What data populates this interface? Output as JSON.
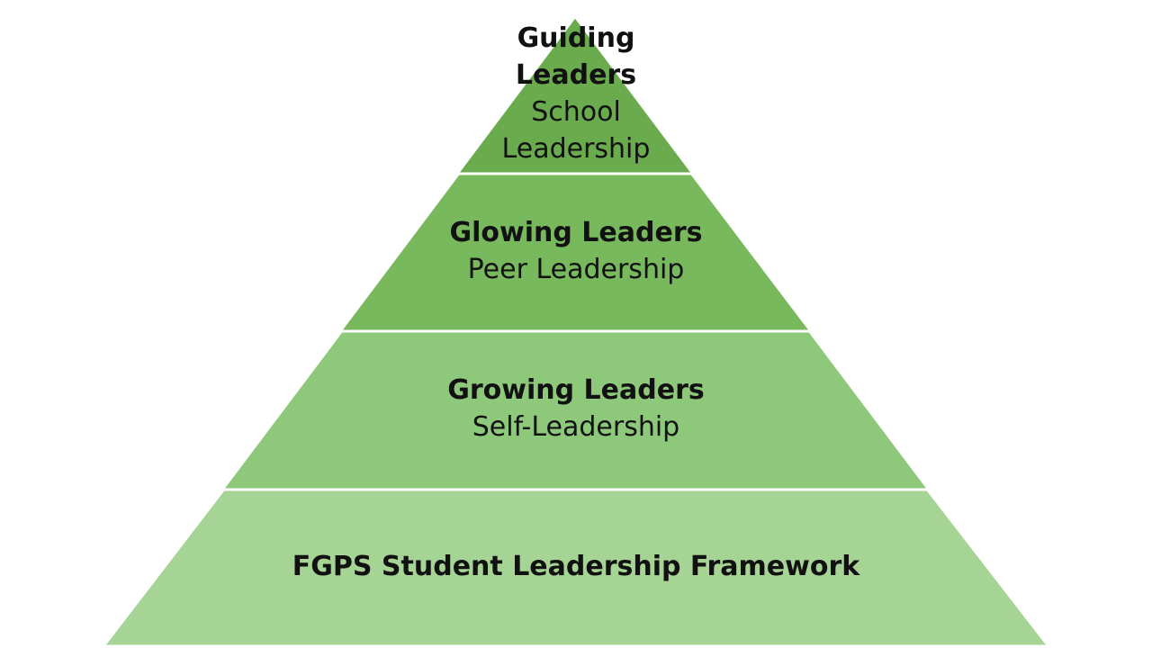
{
  "diagram": {
    "type": "pyramid",
    "colors": {
      "tier1": "#6aab4e",
      "tier2": "#78b95d",
      "tier3": "#8ec87a",
      "tier4": "#a5d494",
      "divider": "#ffffff",
      "text": "#111111"
    },
    "tiers": [
      {
        "title": "Guiding Leaders",
        "subtitle": "School Leadership"
      },
      {
        "title": "Glowing Leaders",
        "subtitle": "Peer Leadership"
      },
      {
        "title": "Growing Leaders",
        "subtitle": "Self-Leadership"
      },
      {
        "title": "FGPS Student Leadership Framework",
        "subtitle": ""
      }
    ]
  }
}
